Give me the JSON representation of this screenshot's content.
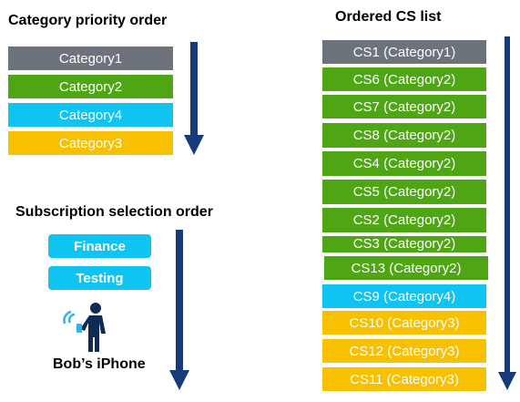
{
  "colors": {
    "gray": "#6d737a",
    "green": "#4fa614",
    "cyan": "#0fc3f3",
    "yellow": "#f7c000",
    "navy": "#173a7a"
  },
  "category_section": {
    "title": "Category priority order",
    "items": [
      {
        "label": "Category1",
        "color": "gray"
      },
      {
        "label": "Category2",
        "color": "green"
      },
      {
        "label": "Category4",
        "color": "cyan"
      },
      {
        "label": "Category3",
        "color": "yellow"
      }
    ]
  },
  "subscription_section": {
    "title": "Subscription selection order",
    "items": [
      {
        "label": "Finance"
      },
      {
        "label": "Testing"
      }
    ],
    "device_label": "Bob’s iPhone",
    "person_icon": "person-with-phone-icon"
  },
  "cs_section": {
    "title": "Ordered CS list",
    "items": [
      {
        "label": "CS1 (Category1)",
        "color": "gray"
      },
      {
        "label": "CS6 (Category2)",
        "color": "green"
      },
      {
        "label": "CS7 (Category2)",
        "color": "green"
      },
      {
        "label": "CS8 (Category2)",
        "color": "green"
      },
      {
        "label": "CS4 (Category2)",
        "color": "green"
      },
      {
        "label": "CS5 (Category2)",
        "color": "green"
      },
      {
        "label": "CS2 (Category2)",
        "color": "green"
      },
      {
        "label": "CS3 (Category2)",
        "color": "green"
      },
      {
        "label": "CS13 (Category2)",
        "color": "green"
      },
      {
        "label": "CS9 (Category4)",
        "color": "cyan"
      },
      {
        "label": "CS10 (Category3)",
        "color": "yellow"
      },
      {
        "label": "CS12 (Category3)",
        "color": "yellow"
      },
      {
        "label": "CS11 (Category3)",
        "color": "yellow"
      }
    ]
  }
}
